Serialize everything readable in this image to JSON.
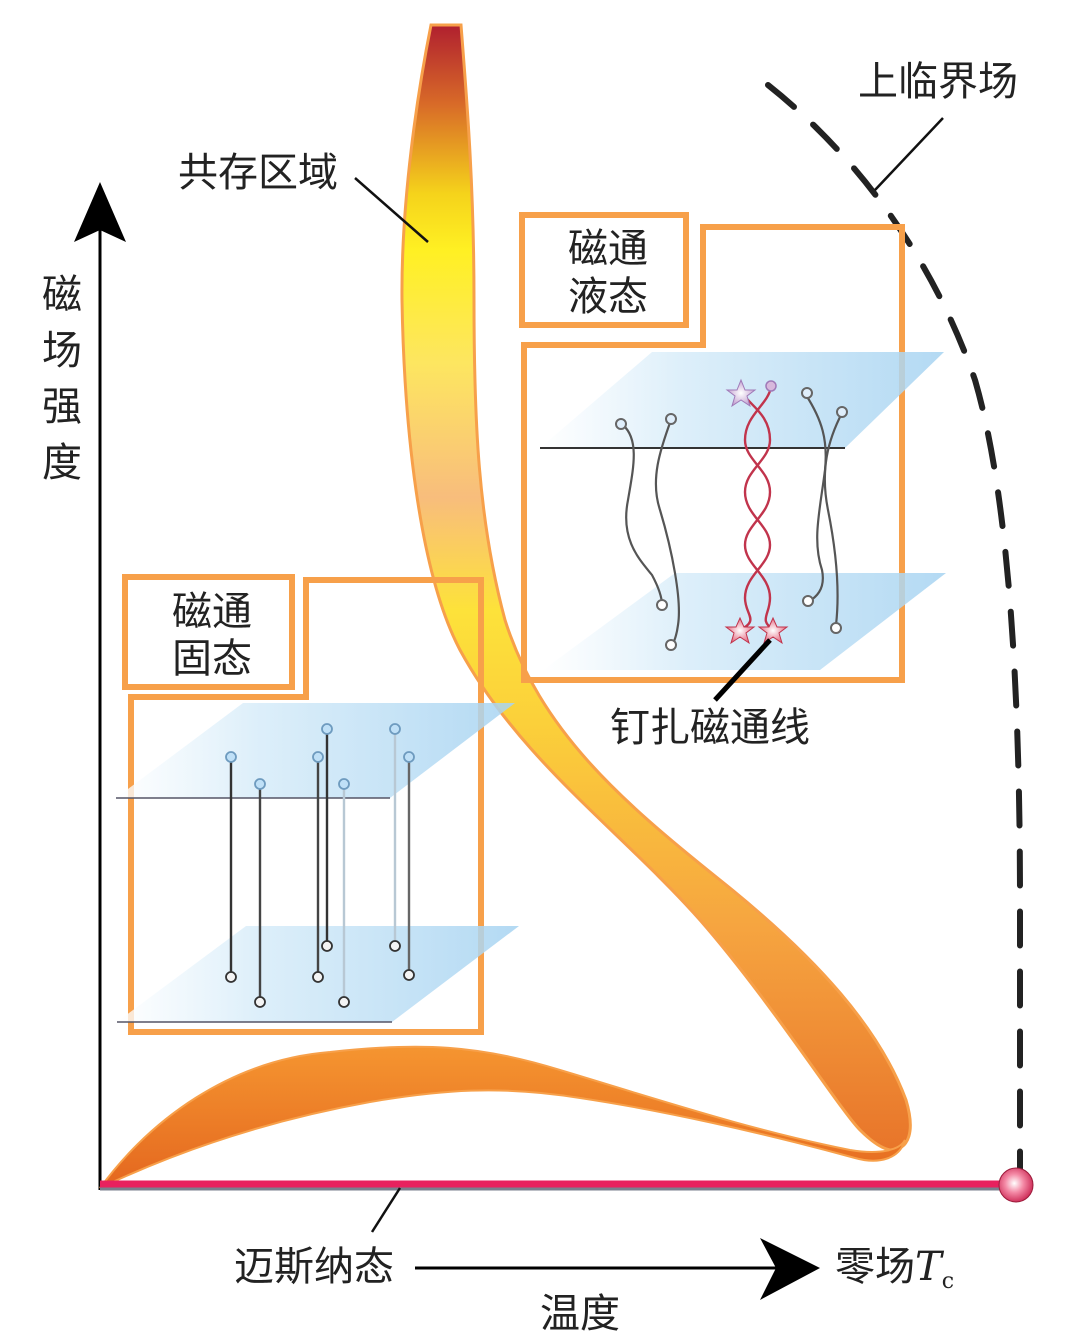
{
  "diagram": {
    "title": "Vortex phase diagram of a type-II superconductor",
    "y_axis": {
      "label_chars": [
        "磁",
        "场",
        "强",
        "度"
      ],
      "label": "磁场强度"
    },
    "x_axis": {
      "left_label": "迈斯纳态",
      "center_label": "温度",
      "right_label_prefix": "零场",
      "right_label_symbol": "T",
      "right_label_subscript": "c"
    },
    "annotations": {
      "coexistence": "共存区域",
      "upper_critical_field": "上临界场",
      "pinned_flux_line": "钉扎磁通线"
    },
    "boxes": {
      "flux_solid": {
        "line1": "磁通",
        "line2": "固态"
      },
      "flux_liquid": {
        "line1": "磁通",
        "line2": "液态"
      }
    },
    "colors": {
      "box_border": "#f7a04a",
      "meissner_line": "#e8215e",
      "tc_point": "#f06a8c",
      "dashed_curve": "#222222",
      "band_top": "#b22030",
      "band_mid": "#fff023",
      "band_lower": "#f8c27a",
      "band_bottom": "#e8752a",
      "plane": "#a9d6f3",
      "pinned_vortex": "#c1344c"
    }
  }
}
